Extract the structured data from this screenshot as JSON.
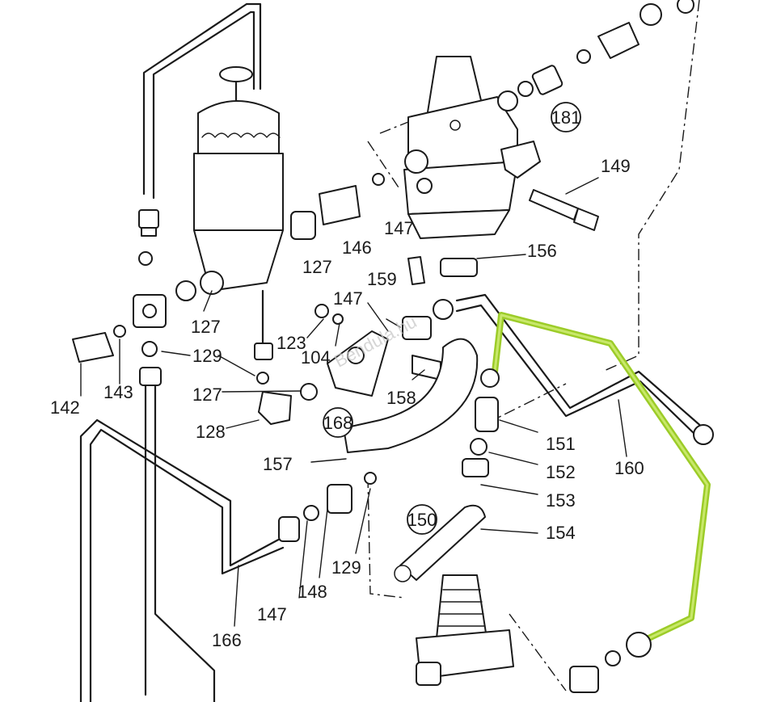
{
  "diagram": {
    "watermark": "Bendula.hu",
    "highlight_color": "#9ccc28",
    "circled_labels": [
      "181",
      "168",
      "150"
    ],
    "part_labels": [
      "149",
      "147",
      "146",
      "127",
      "156",
      "159",
      "147",
      "123",
      "104",
      "127",
      "129",
      "127",
      "142",
      "143",
      "158",
      "128",
      "157",
      "151",
      "160",
      "152",
      "153",
      "154",
      "147",
      "148",
      "129",
      "166"
    ]
  }
}
